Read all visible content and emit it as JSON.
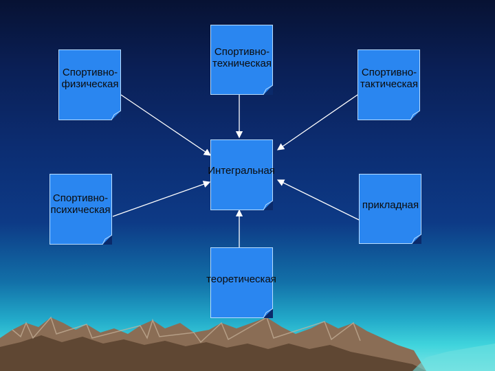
{
  "nodes": {
    "fizicheskaya": "Спортивно-\nфизическая",
    "tekhnicheskaya": "Спортивно-\nтехническая",
    "takticheskaya": "Спортивно-\nтактическая",
    "integralnaya": "Интегральная",
    "psikhicheskaya": "Спортивно-\nпсихическая",
    "prikladnaya": "прикладная",
    "teoreticheskaya": "теоретическая"
  }
}
